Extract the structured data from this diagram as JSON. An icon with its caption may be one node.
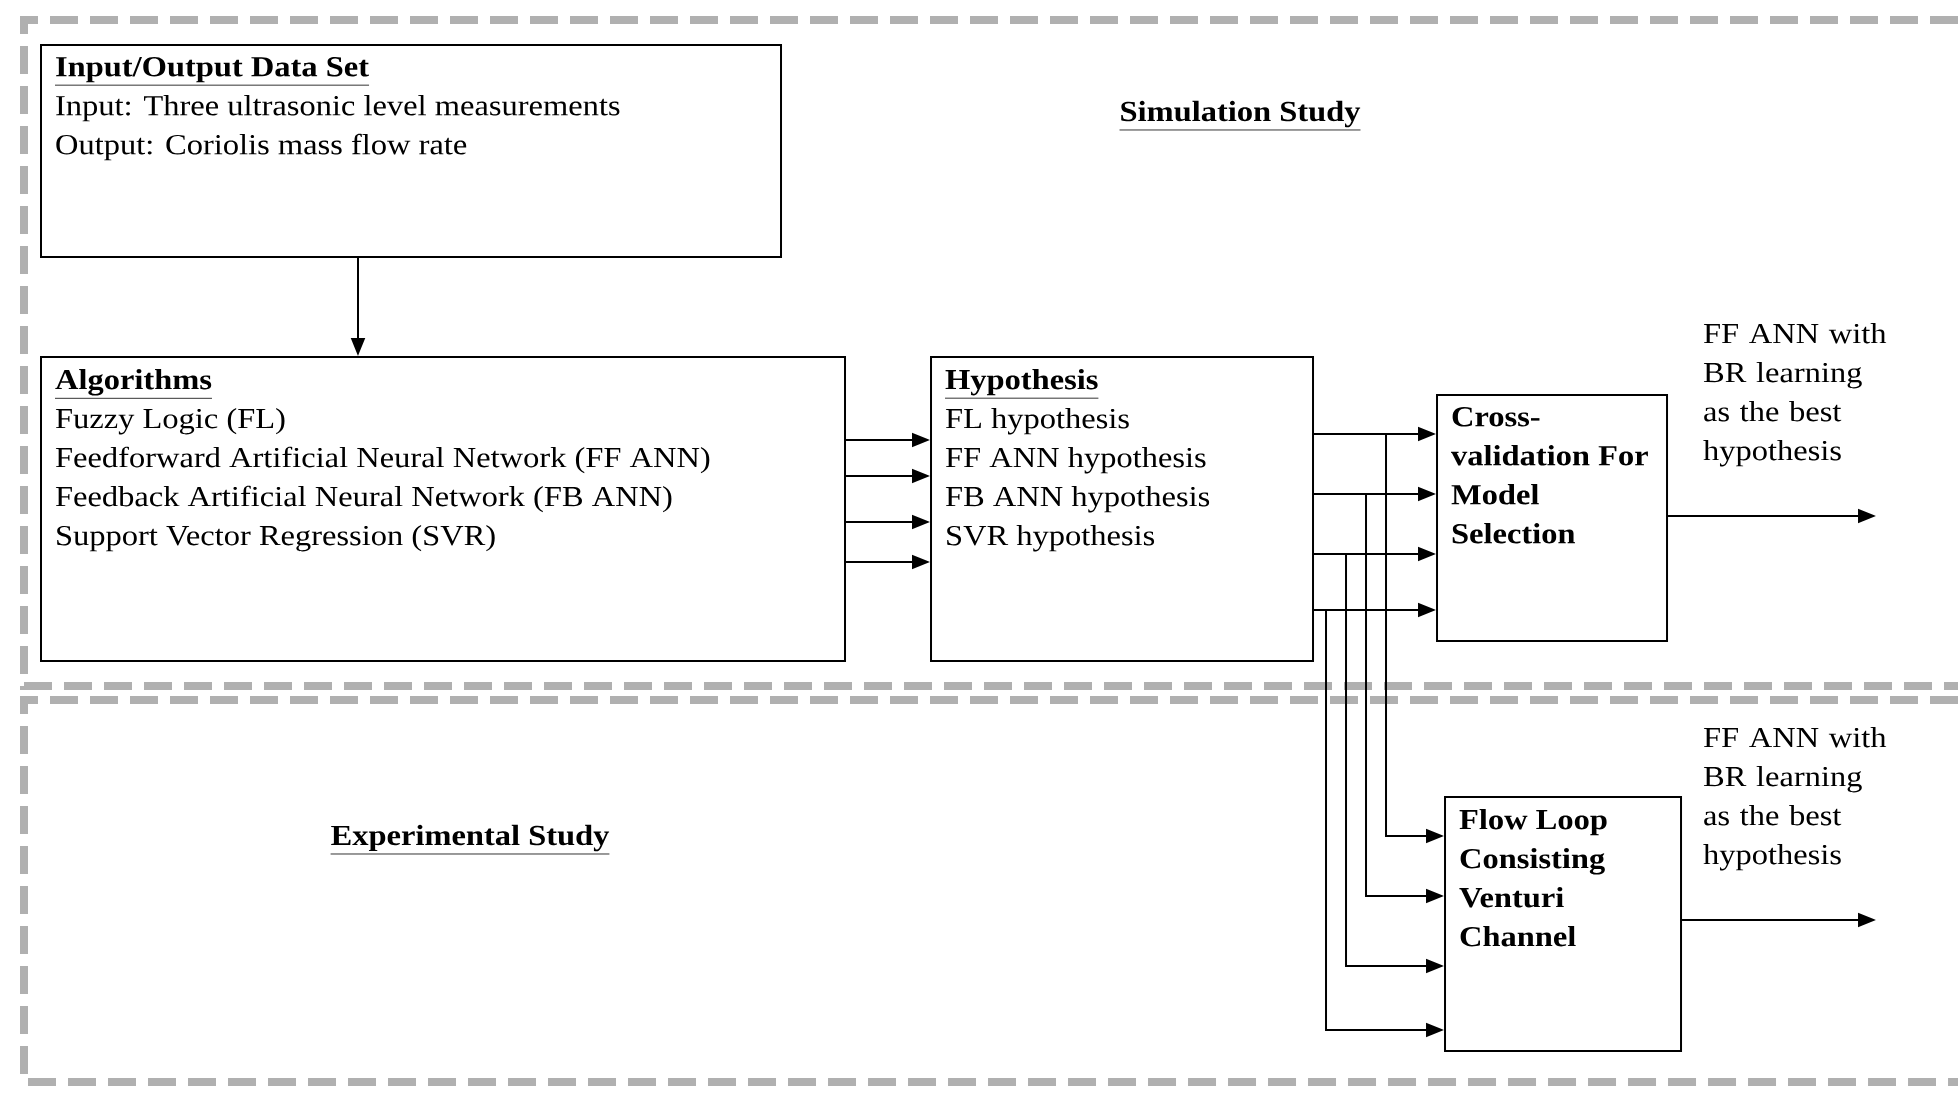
{
  "diagram": {
    "nodes": [
      {
        "text": [
          "Simulation Study"
        ]
      },
      {
        "text": [
          "Input/Output Data Set",
          "Input: Three ultrasonic level measurements",
          "Output: Coriolis mass flow rate"
        ],
        "in": 0
      },
      {
        "text": [
          "Algorithms",
          "Fuzzy Logic (FL)",
          "Feedforward Artificial Neural Network (FF ANN)",
          "Feedback Artificial Neural Network (FB ANN)",
          "Support Vector Regression (SVR)"
        ],
        "in": 0
      },
      {
        "text": [
          "Hypothesis",
          "FL hypothesis",
          "FF ANN hypothesis",
          "FB ANN hypothesis",
          "SVR hypothesis"
        ],
        "in": 0
      },
      {
        "text": [
          "Cross-validation For Model Selection"
        ],
        "in": 0
      },
      {
        "text": [
          "Experimental Study"
        ]
      },
      {
        "text": [
          "Flow Loop Consisting Venturi Channel"
        ],
        "in": 5
      }
    ],
    "edges": [
      {
        "from": 1,
        "to": 2,
        "arrow": "to"
      },
      {
        "from": 2,
        "to": 3,
        "arrow": "to"
      },
      {
        "from": 2,
        "to": 3,
        "arrow": "to"
      },
      {
        "from": 2,
        "to": 3,
        "arrow": "to"
      },
      {
        "from": 2,
        "to": 3,
        "arrow": "to"
      },
      {
        "from": 3,
        "to": 4,
        "arrow": "to"
      },
      {
        "from": 3,
        "to": 4,
        "arrow": "to"
      },
      {
        "from": 3,
        "to": 4,
        "arrow": "to"
      },
      {
        "from": 3,
        "to": 4,
        "arrow": "to"
      },
      {
        "from": 3,
        "to": 6,
        "arrow": "to"
      },
      {
        "from": 3,
        "to": 6,
        "arrow": "to"
      },
      {
        "from": 3,
        "to": 6,
        "arrow": "to"
      },
      {
        "from": 3,
        "to": 6,
        "arrow": "to"
      },
      {
        "from": 4,
        "to": null,
        "arrow": "to",
        "label": "FF ANN with BR learning as the best hypothesis"
      },
      {
        "from": 6,
        "to": null,
        "arrow": "to",
        "label": "FF ANN with BR learning as the best hypothesis"
      }
    ]
  }
}
